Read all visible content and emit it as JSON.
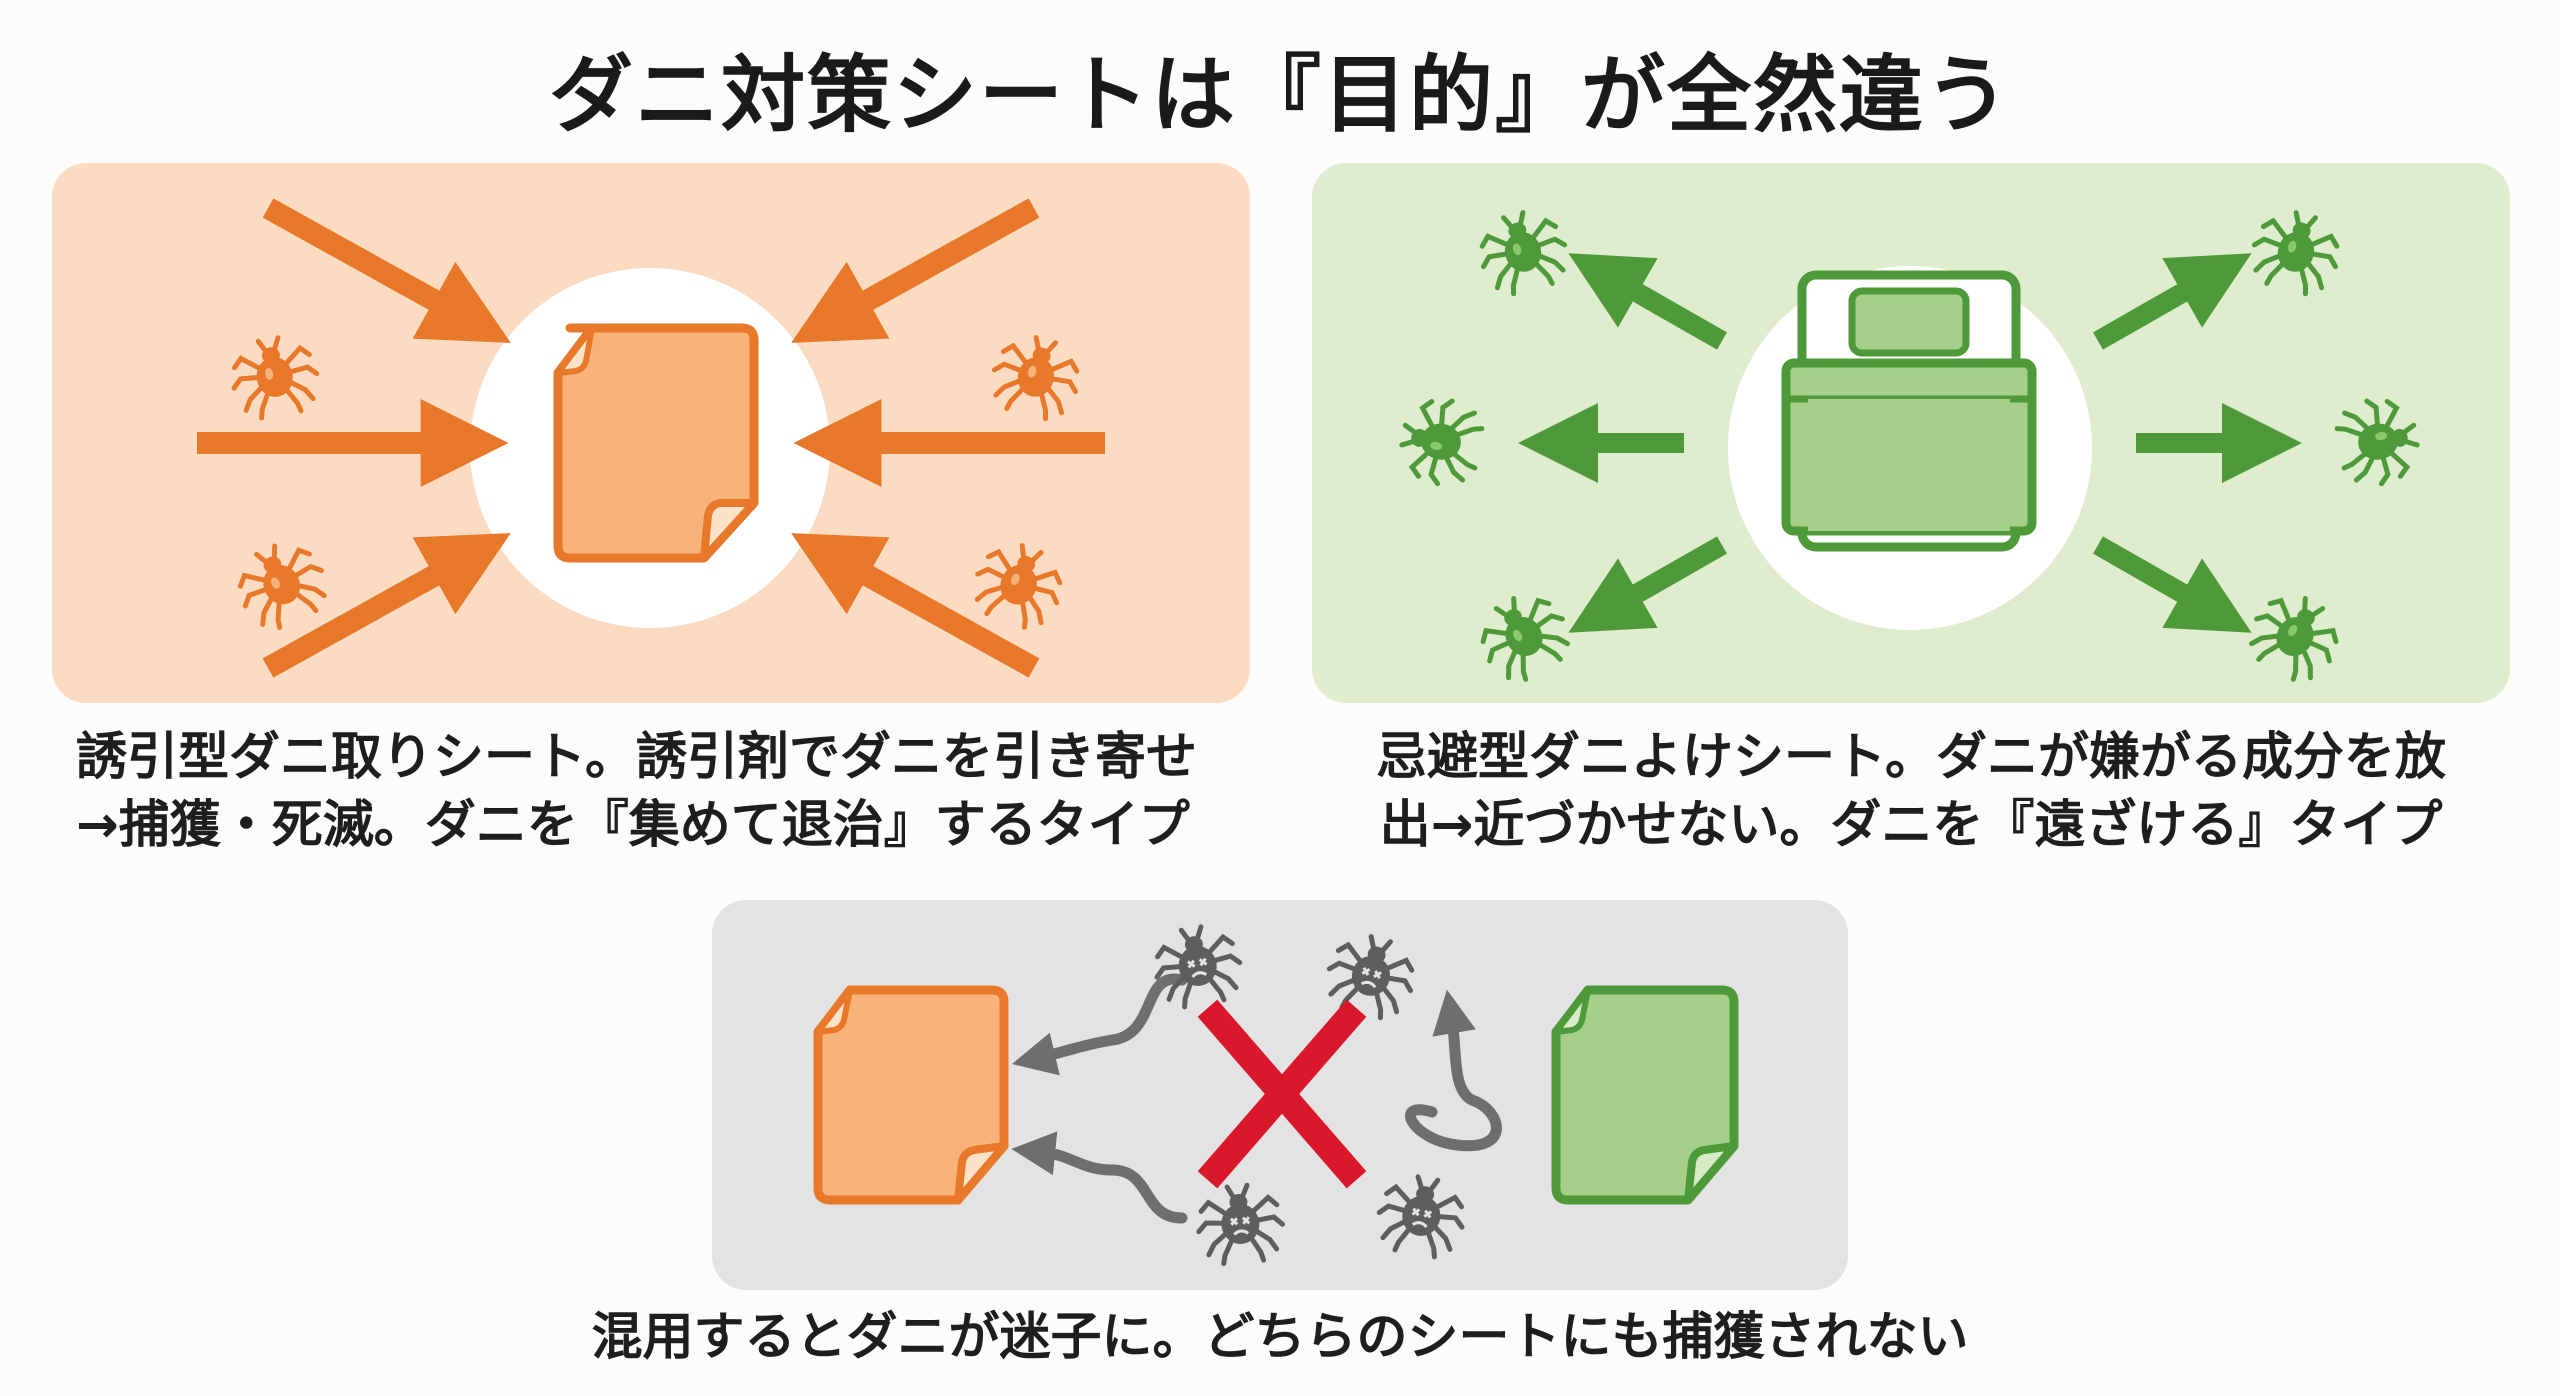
{
  "title": "ダニ対策シートは『目的』が全然違う",
  "attract": {
    "caption_line1": "誘引型ダニ取りシート。誘引剤でダニを引き寄せ",
    "caption_line2": "→捕獲・死滅。ダニを『集めて退治』するタイプ",
    "color": "#e8782a",
    "bg": "#fbdcc3"
  },
  "repel": {
    "caption_line1": "忌避型ダニよけシート。ダニが嫌がる成分を放",
    "caption_line2": "出→近づかせない。ダニを『遠ざける』タイプ",
    "color": "#4e9a3a",
    "bg": "#dfeccd"
  },
  "mixed": {
    "caption": "混用するとダニが迷子に。どちらのシートにも捕獲されない",
    "cross_color": "#d9192b",
    "mite_color": "#5e5e5e"
  }
}
